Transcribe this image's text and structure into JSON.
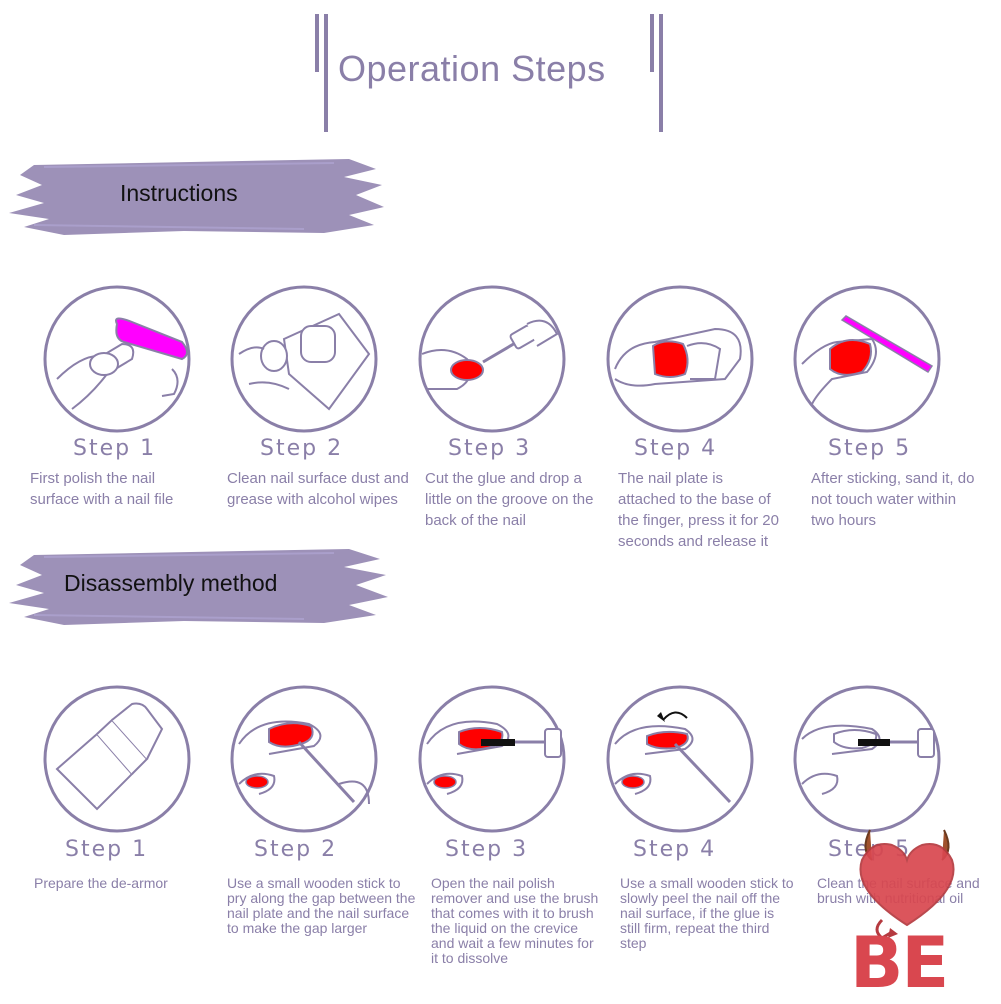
{
  "title": "Operation Steps",
  "colors": {
    "purple": "#8a7fa8",
    "brush": "#9d91b8",
    "nail_red": "#ff0000",
    "nail_magenta": "#ff00ff",
    "logo_red": "#d9474f"
  },
  "instructions": {
    "heading": "Instructions",
    "steps": [
      {
        "label": "Step 1",
        "text": "First polish the nail surface with a nail file"
      },
      {
        "label": "Step 2",
        "text": "Clean nail surface dust and grease with alcohol wipes"
      },
      {
        "label": "Step 3",
        "text": "Cut the glue and drop a little on the groove on the back of the nail"
      },
      {
        "label": "Step 4",
        "text": "The nail plate is attached to the base of the finger, press it for 20 seconds and release it"
      },
      {
        "label": "Step 5",
        "text": "After sticking, sand it, do not touch water within two hours"
      }
    ]
  },
  "disassembly": {
    "heading": "Disassembly method",
    "steps": [
      {
        "label": "Step 1",
        "text": "Prepare the de-armor"
      },
      {
        "label": "Step 2",
        "text": "Use a small wooden stick to pry along the gap between the nail plate and the nail surface to make the gap larger"
      },
      {
        "label": "Step 3",
        "text": "Open the nail polish remover and use the brush that comes with it to brush the liquid on the crevice and wait a few minutes for it to dissolve"
      },
      {
        "label": "Step 4",
        "text": "Use a small wooden stick to slowly peel the nail off the nail surface, if the glue is still firm, repeat the third step"
      },
      {
        "label": "Step 5",
        "text": "Clean the nail surface and brush with nutritional oil"
      }
    ]
  },
  "logo": {
    "text": "BE",
    "icon": "devil-heart-icon"
  }
}
